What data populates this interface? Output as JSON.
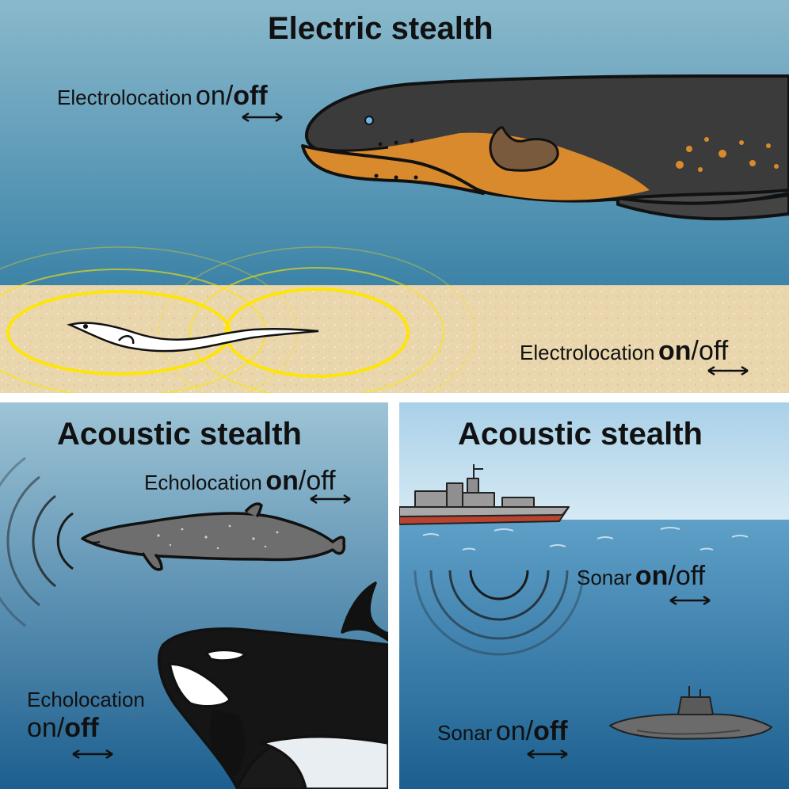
{
  "top_panel": {
    "title": "Electric stealth",
    "label_predator": {
      "word": "Electrolocation",
      "on": "on",
      "slash": "/",
      "off": "off"
    },
    "label_prey": {
      "word": "Electrolocation",
      "on": "on",
      "slash": "/",
      "off": "off"
    }
  },
  "left_panel": {
    "title": "Acoustic stealth",
    "label_whale": {
      "word": "Echolocation",
      "on": "on",
      "slash": "/",
      "off": "off"
    },
    "label_orca": {
      "word": "Echolocation",
      "on": "on",
      "slash": "/",
      "off": "off"
    }
  },
  "right_panel": {
    "title": "Acoustic stealth",
    "label_ship": {
      "word": "Sonar",
      "on": "on",
      "slash": "/",
      "off": "off"
    },
    "label_sub": {
      "word": "Sonar",
      "on": "on",
      "slash": "/",
      "off": "off"
    }
  },
  "colors": {
    "eel_body": "#3b3b3b",
    "eel_belly": "#d98a2c",
    "sand": "#e9d6ad",
    "field_glow": "#ffe600",
    "water_top": "#7fb3c9",
    "water_deep": "#1f6e99",
    "hull_red": "#b8432f"
  }
}
